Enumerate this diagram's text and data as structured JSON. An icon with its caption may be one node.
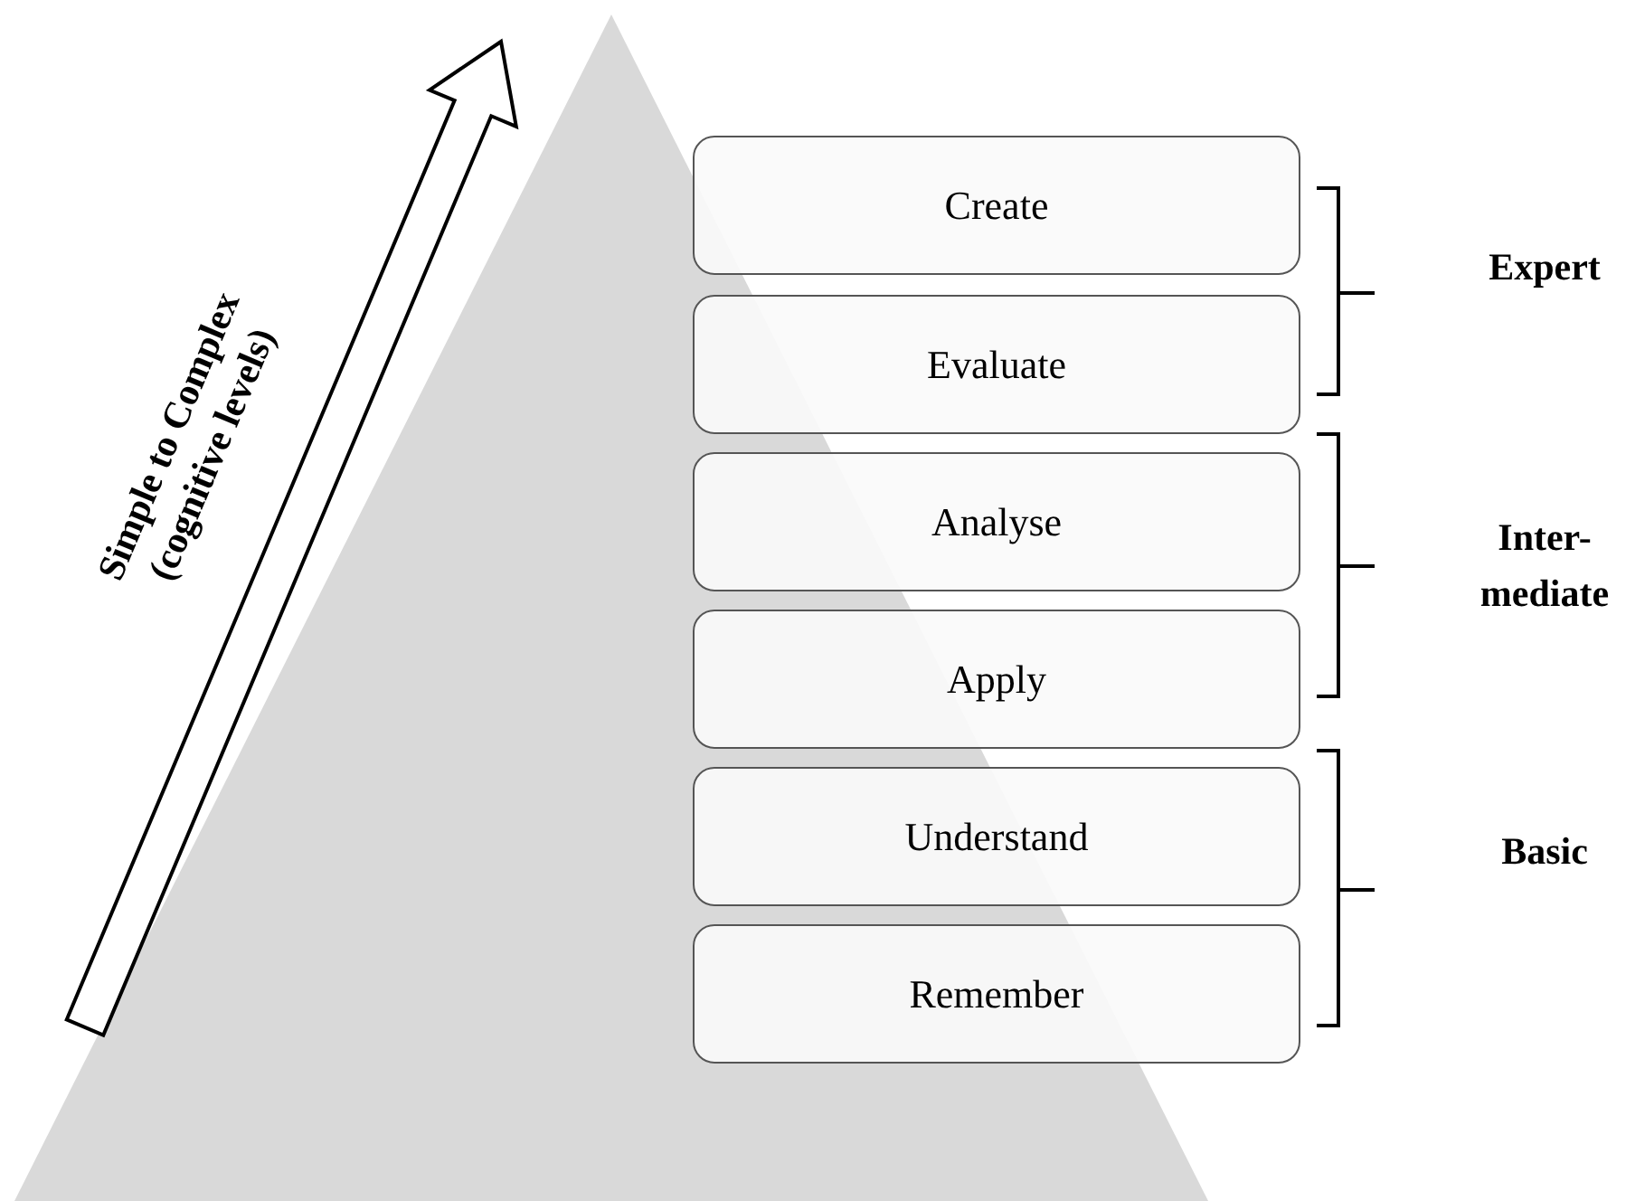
{
  "diagram": {
    "nodes": [
      {
        "text": [
          "Create"
        ]
      },
      {
        "text": [
          "Evaluate"
        ]
      },
      {
        "text": [
          "Analyse"
        ]
      },
      {
        "text": [
          "Apply"
        ]
      },
      {
        "text": [
          "Understand"
        ]
      },
      {
        "text": [
          "Remember"
        ]
      }
    ],
    "labels": [
      "Simple to Complex (cognitive levels)",
      "Expert",
      "Inter- mediate",
      "Basic"
    ]
  }
}
